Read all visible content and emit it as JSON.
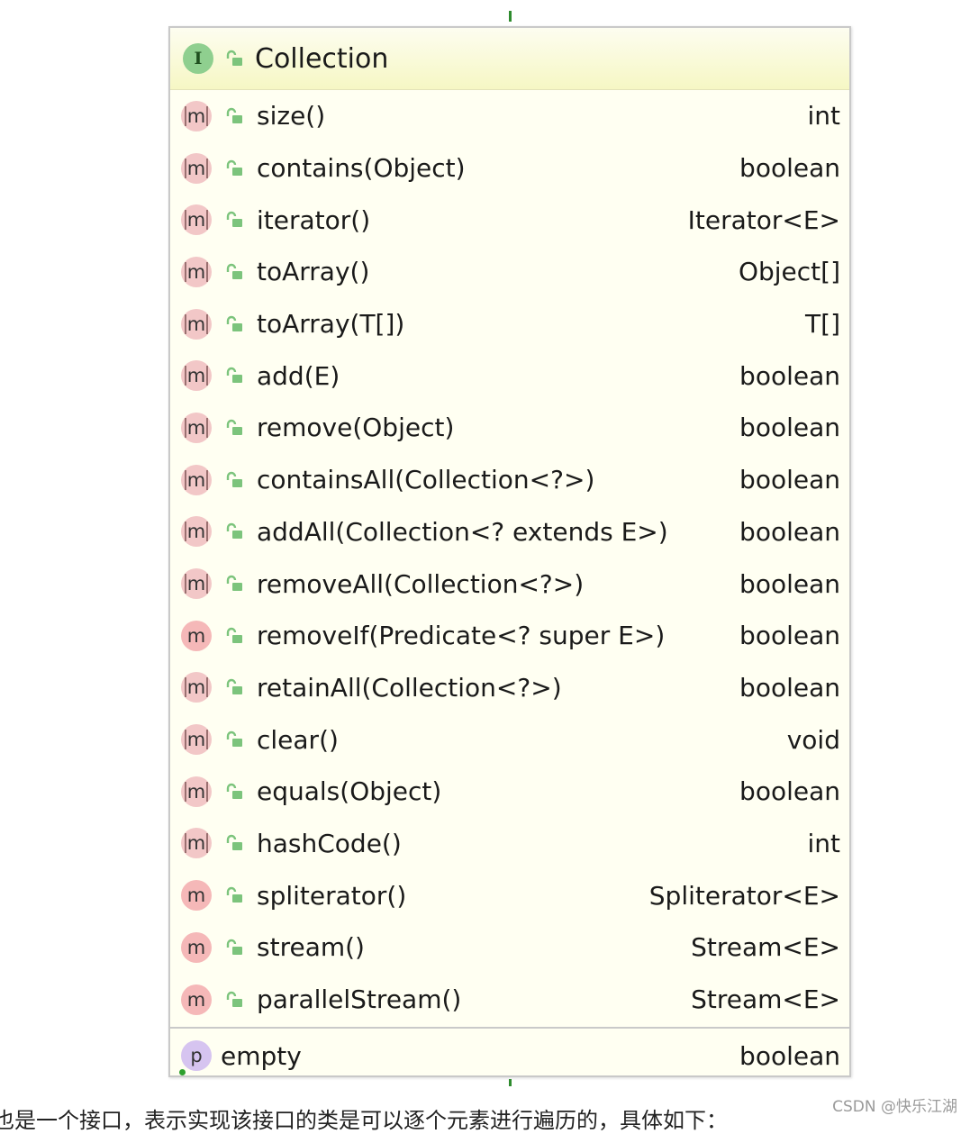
{
  "interface": {
    "icon_letter": "I",
    "name": "Collection"
  },
  "methods": [
    {
      "signature": "size()",
      "return": "int",
      "abstract": true
    },
    {
      "signature": "contains(Object)",
      "return": "boolean",
      "abstract": true
    },
    {
      "signature": "iterator()",
      "return": "Iterator<E>",
      "abstract": true
    },
    {
      "signature": "toArray()",
      "return": "Object[]",
      "abstract": true
    },
    {
      "signature": "toArray(T[])",
      "return": "T[]",
      "abstract": true
    },
    {
      "signature": "add(E)",
      "return": "boolean",
      "abstract": true
    },
    {
      "signature": "remove(Object)",
      "return": "boolean",
      "abstract": true
    },
    {
      "signature": "containsAll(Collection<?>)",
      "return": "boolean",
      "abstract": true
    },
    {
      "signature": "addAll(Collection<? extends E>)",
      "return": "boolean",
      "abstract": true
    },
    {
      "signature": "removeAll(Collection<?>)",
      "return": "boolean",
      "abstract": true
    },
    {
      "signature": "removeIf(Predicate<? super E>)",
      "return": "boolean",
      "abstract": false
    },
    {
      "signature": "retainAll(Collection<?>)",
      "return": "boolean",
      "abstract": true
    },
    {
      "signature": "clear()",
      "return": "void",
      "abstract": true
    },
    {
      "signature": "equals(Object)",
      "return": "boolean",
      "abstract": true
    },
    {
      "signature": "hashCode()",
      "return": "int",
      "abstract": true
    },
    {
      "signature": "spliterator()",
      "return": "Spliterator<E>",
      "abstract": false
    },
    {
      "signature": "stream()",
      "return": "Stream<E>",
      "abstract": false
    },
    {
      "signature": "parallelStream()",
      "return": "Stream<E>",
      "abstract": false
    }
  ],
  "method_icon_letter": "m",
  "property": {
    "icon_letter": "p",
    "name": "empty",
    "type": "boolean"
  },
  "caption": "也是一个接口，表示实现该接口的类是可以逐个元素进行遍历的，具体如下：",
  "watermark": "CSDN @快乐江湖",
  "colors": {
    "interface_icon": "#8fcf8f",
    "method_icon": "#f5b8b8",
    "property_icon": "#d6c4f0",
    "header_bg": "#f6f7c4",
    "body_bg": "#fffff2",
    "lock": "#7cc47c"
  },
  "icons": {
    "interface": "interface-icon",
    "method": "method-icon",
    "visibility": "public-lock-icon",
    "property": "property-icon"
  }
}
